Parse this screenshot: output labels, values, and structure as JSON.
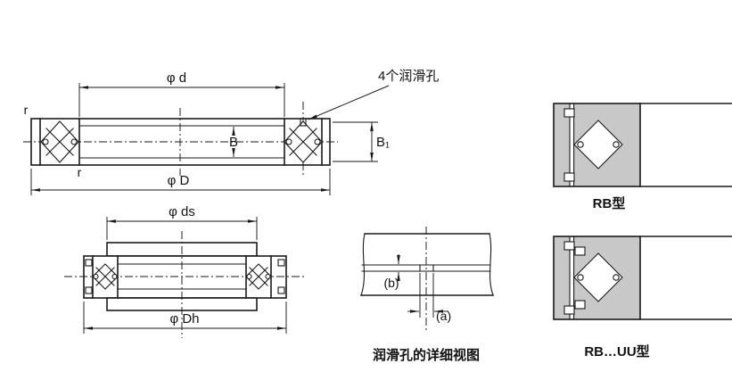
{
  "main_view": {
    "dim_phi_d": "φ d",
    "lube_holes_label": "4个润滑孔",
    "dim_B": "B",
    "dim_B1": "B₁",
    "dim_phi_D": "φ D",
    "chamfer_r_top": "r",
    "chamfer_r_bottom": "r"
  },
  "mount_view": {
    "dim_phi_ds": "φ ds",
    "dim_phi_Dh": "φ Dh"
  },
  "detail_view": {
    "dim_b": "(b)",
    "dim_a": "(a)",
    "caption": "润滑孔的详细视图"
  },
  "type_views": {
    "rb_label": "RB型",
    "rb_uu_label": "RB…UU型"
  },
  "colors": {
    "line": "#1a1a1a",
    "section_fill": "#c8c8c8",
    "background": "#ffffff"
  }
}
